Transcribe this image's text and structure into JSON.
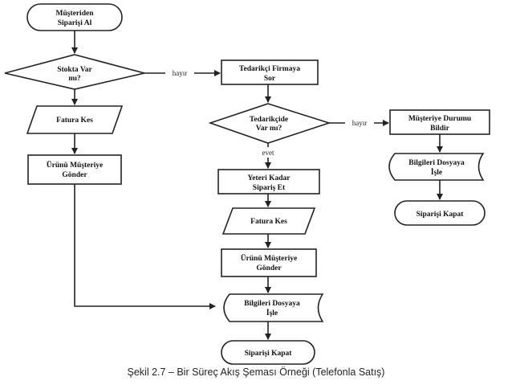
{
  "caption": "Şekil 2.7 – Bir Süreç Akış Şeması Örneği (Telefonla Satış)",
  "nodes": {
    "n1": [
      "Müşteriden",
      "Siparişi Al"
    ],
    "n2": [
      "Stokta Var",
      "mı?"
    ],
    "n3": [
      "Fatura Kes"
    ],
    "n4": [
      "Ürünü Müşteriye",
      "Gönder"
    ],
    "n5": [
      "Tedarikçi Firmaya",
      "Sor"
    ],
    "n6": [
      "Tedarikçide",
      "Var mı?"
    ],
    "n7": [
      "Yeteri Kadar",
      "Sipariş Et"
    ],
    "n8": [
      "Fatura Kes"
    ],
    "n9": [
      "Ürünü Müşteriye",
      "Gönder"
    ],
    "n10": [
      "Bilgileri Dosyaya",
      "İşle"
    ],
    "n11": [
      "Siparişi Kapat"
    ],
    "n12": [
      "Müşteriye Durumu",
      "Bildir"
    ],
    "n13": [
      "Bilgileri Dosyaya",
      "İşle"
    ],
    "n14": [
      "Siparişi Kapat"
    ]
  },
  "edge_labels": {
    "stock_no": "hayır",
    "supplier_no": "hayır",
    "supplier_yes": "evet"
  }
}
